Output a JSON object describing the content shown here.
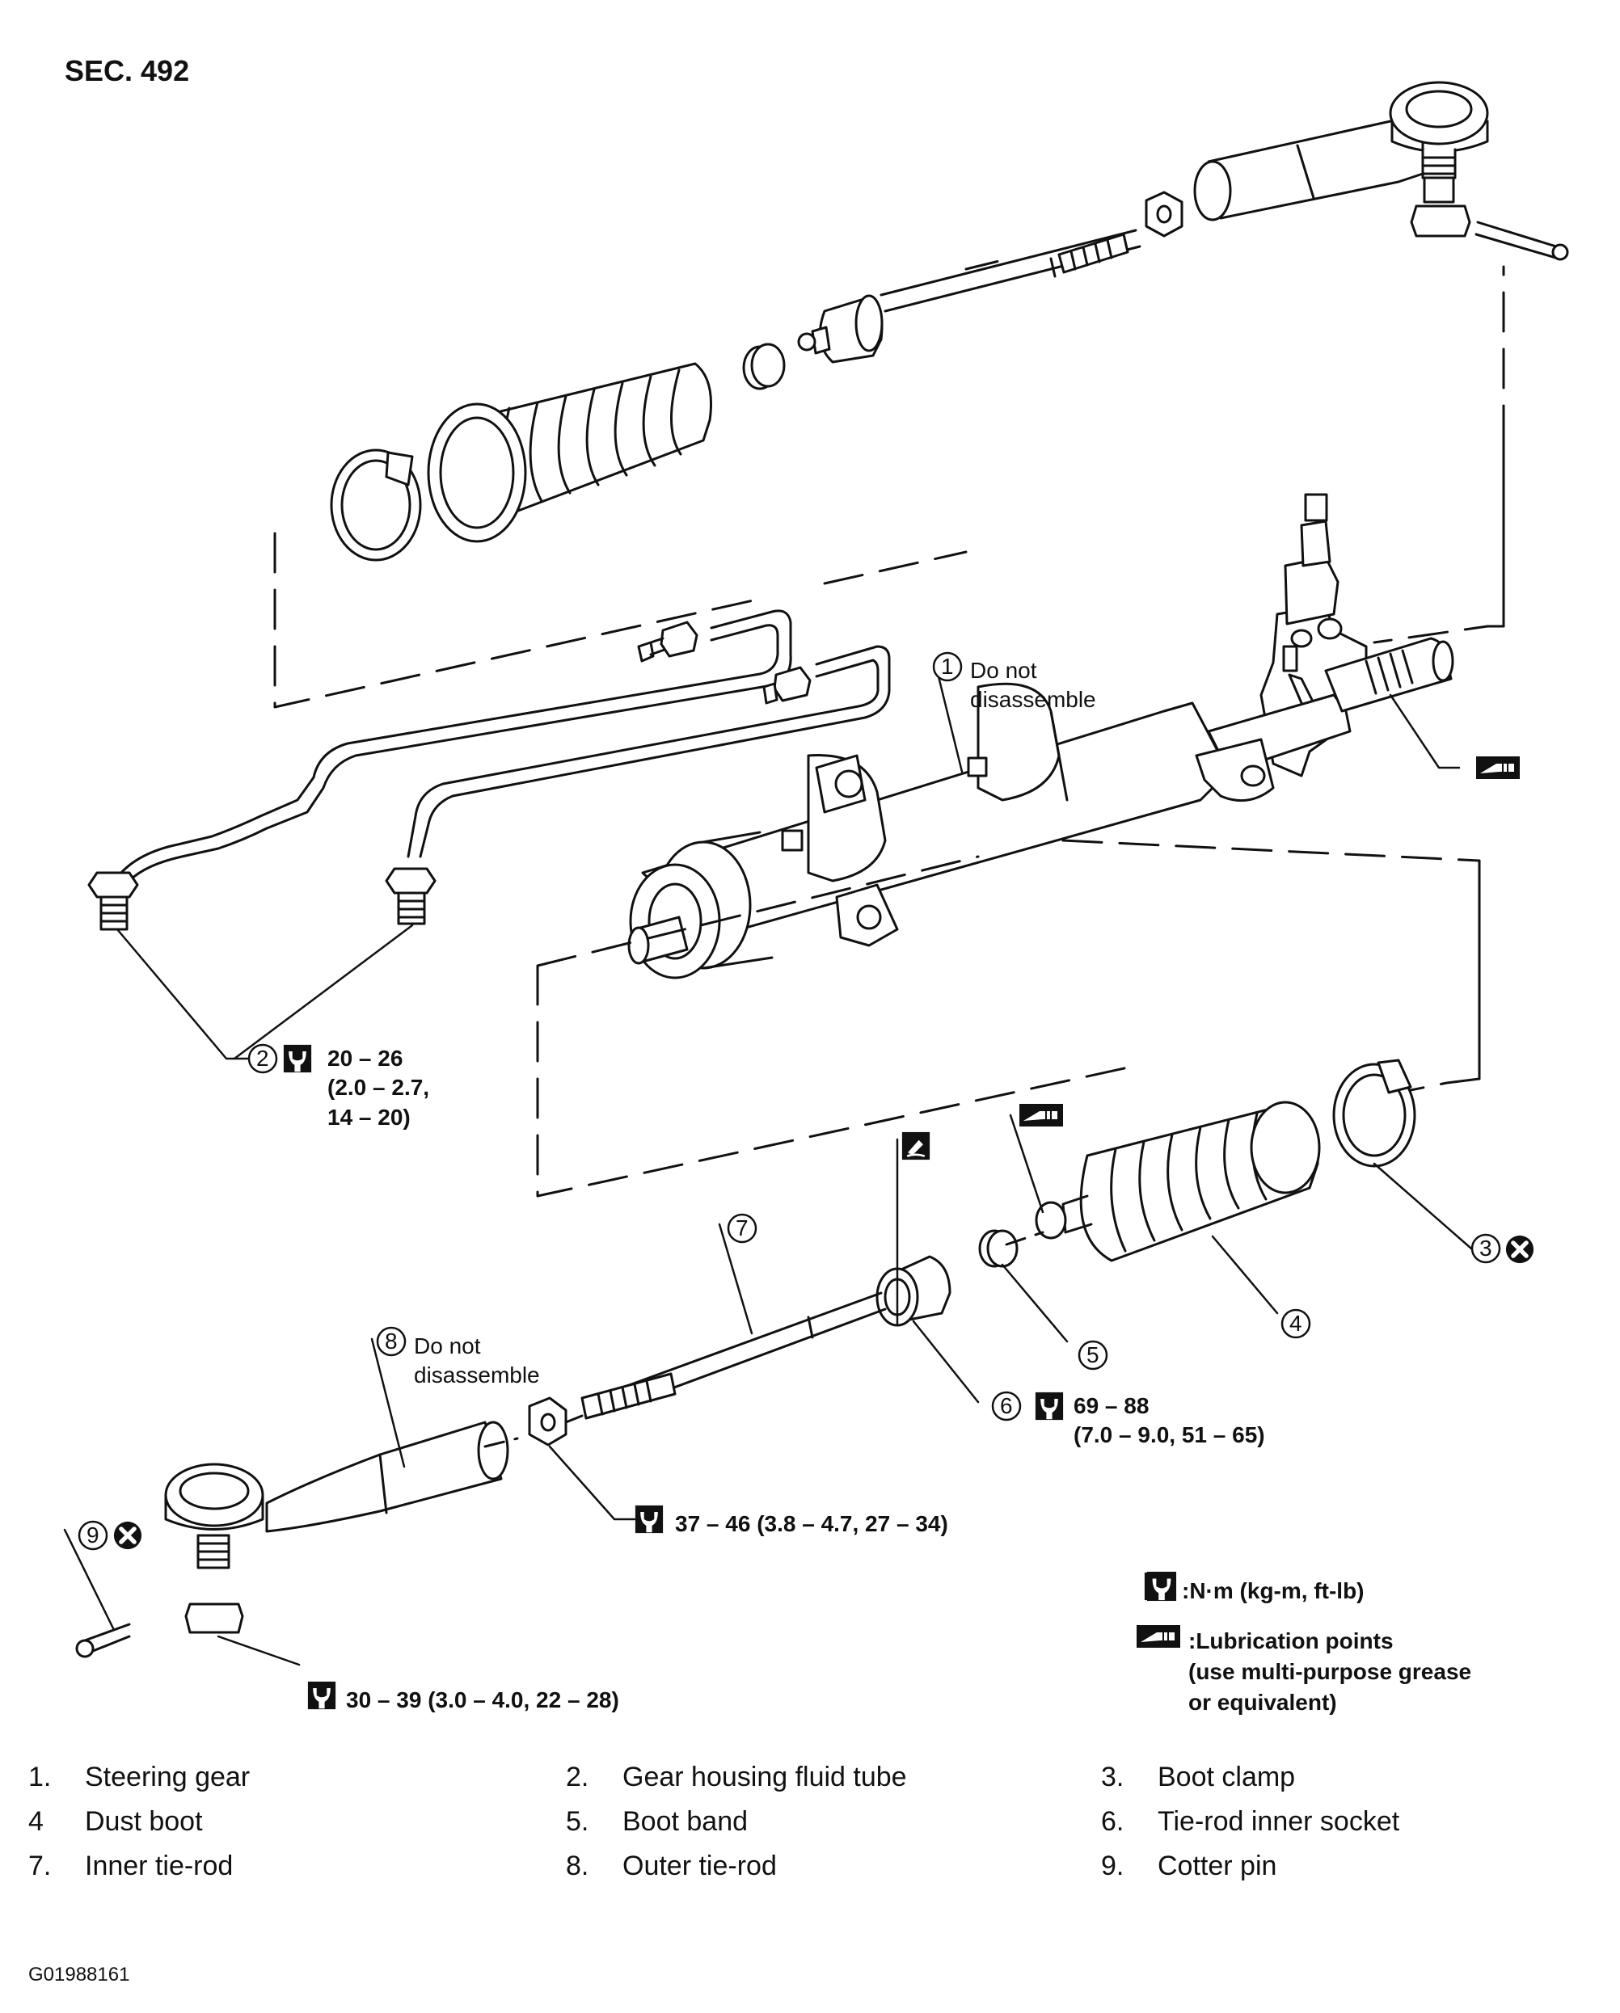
{
  "section_label": "SEC. 492",
  "figure_code": "G01988161",
  "callouts": {
    "c1": {
      "num": "1",
      "note": "Do not\ndisassemble"
    },
    "c2": {
      "num": "2",
      "torque": "20 – 26\n(2.0 – 2.7,\n14 – 20)"
    },
    "c3": {
      "num": "3"
    },
    "c4": {
      "num": "4"
    },
    "c5": {
      "num": "5"
    },
    "c6": {
      "num": "6",
      "torque": "69 – 88\n(7.0 – 9.0, 51 – 65)"
    },
    "c7": {
      "num": "7"
    },
    "c8": {
      "num": "8",
      "note": "Do not\ndisassemble"
    },
    "c9": {
      "num": "9"
    },
    "jam_nut_torque": "37 – 46 (3.8 – 4.7, 27 – 34)",
    "castle_nut_torque": "30 – 39 (3.0 – 4.0, 22 – 28)"
  },
  "legend": {
    "torque_units": ":N·m (kg-m, ft-lb)",
    "lubrication": ":Lubrication points\n(use multi-purpose grease\nor equivalent)"
  },
  "icons": {
    "torque": "torque-wrench-icon",
    "lubrication": "grease-gun-icon",
    "sealant": "sealant-icon",
    "no_reuse": "do-not-reuse-icon"
  },
  "parts": [
    {
      "num": "1.",
      "name": "Steering gear"
    },
    {
      "num": "2.",
      "name": "Gear housing fluid tube"
    },
    {
      "num": "3.",
      "name": "Boot clamp"
    },
    {
      "num": "4",
      "name": "Dust boot"
    },
    {
      "num": "5.",
      "name": "Boot band"
    },
    {
      "num": "6.",
      "name": "Tie-rod inner socket"
    },
    {
      "num": "7.",
      "name": "Inner tie-rod"
    },
    {
      "num": "8.",
      "name": "Outer tie-rod"
    },
    {
      "num": "9.",
      "name": "Cotter pin"
    }
  ]
}
